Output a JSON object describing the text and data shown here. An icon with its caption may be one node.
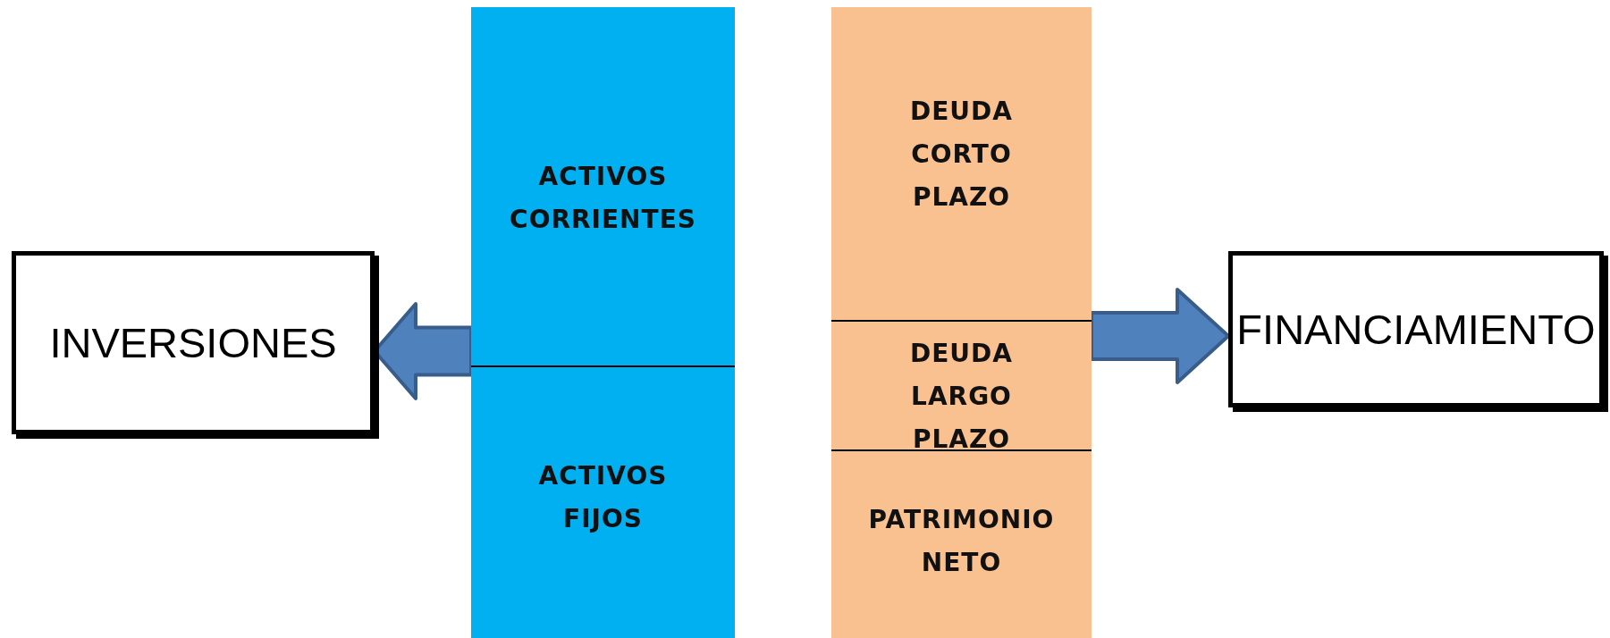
{
  "diagram": {
    "nodes": [
      {
        "text": [
          "INVERSIONES"
        ]
      },
      {
        "text": [],
        "shape": "bar"
      },
      {
        "text": [
          "ACTIVOS CORRIENTES"
        ],
        "in": 1
      },
      {
        "text": [
          "ACTIVOS FIJOS"
        ],
        "in": 1
      },
      {
        "text": [],
        "shape": "bar"
      },
      {
        "text": [
          "DEUDA CORTO PLAZO"
        ],
        "in": 4
      },
      {
        "text": [
          "DEUDA LARGO PLAZO"
        ],
        "in": 4
      },
      {
        "text": [
          "PATRIMONIO NETO"
        ],
        "in": 4
      },
      {
        "text": [
          "FINANCIAMIENTO"
        ]
      }
    ],
    "edges": [
      {
        "from": 1,
        "to": 0,
        "arrow": "to"
      },
      {
        "from": 4,
        "to": 8,
        "arrow": "to"
      }
    ]
  }
}
